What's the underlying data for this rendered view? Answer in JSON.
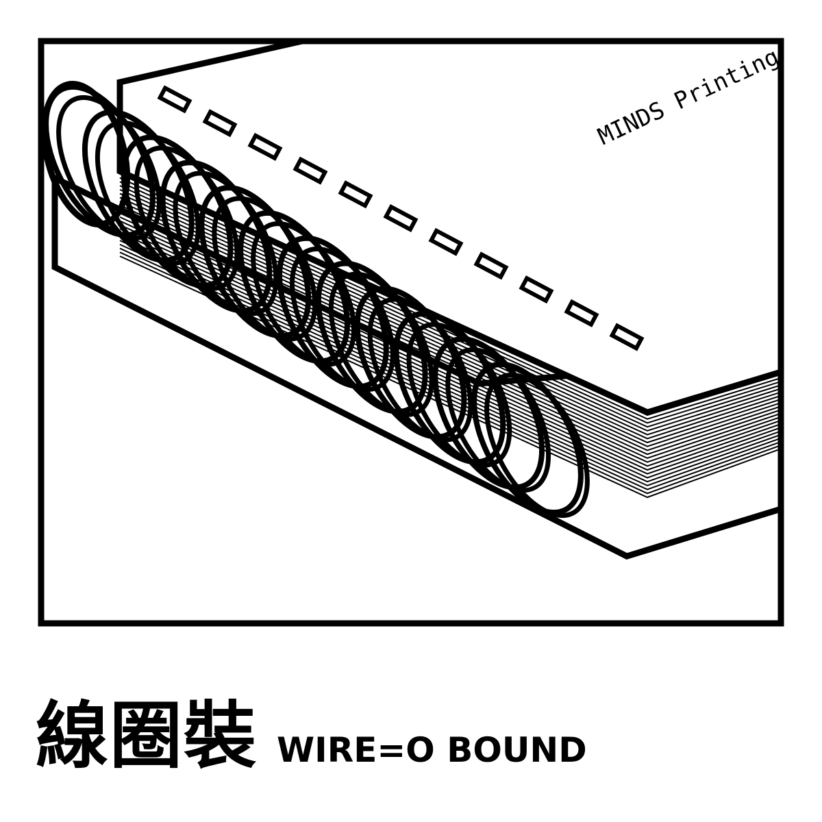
{
  "illustration": {
    "cover_brand_text": "MINDS Printing",
    "ink_color": "#000000",
    "paper_color": "#ffffff",
    "binding_loop_count": 12,
    "binding_tab_count": 11,
    "page_line_count": 22
  },
  "caption": {
    "title_zh": "線圈裝",
    "title_en": "WIRE=O BOUND"
  }
}
